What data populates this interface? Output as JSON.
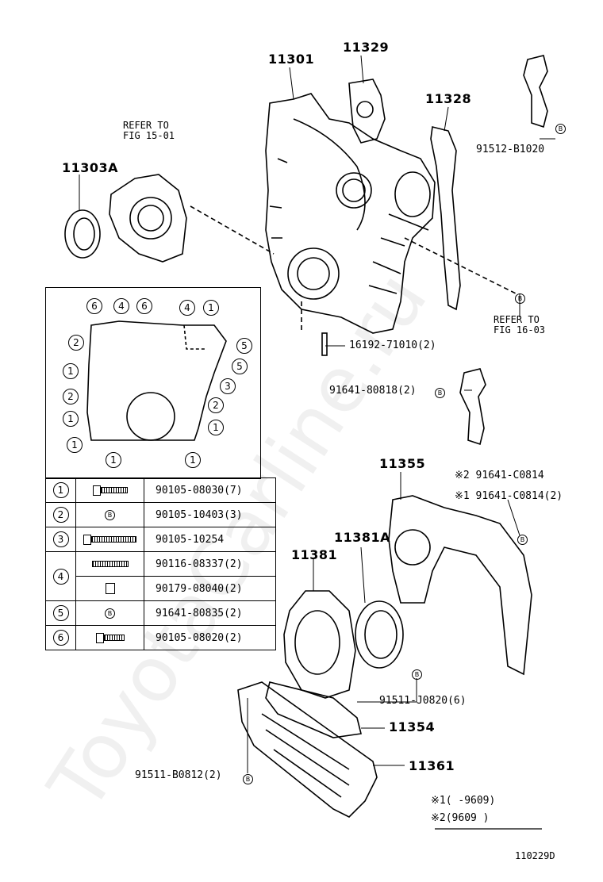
{
  "parts": {
    "p11301": "11301",
    "p11329": "11329",
    "p11328": "11328",
    "p11303A": "11303A",
    "refer_1501_a": "REFER TO",
    "refer_1501_b": "FIG 15-01",
    "p91512": "91512-B1020",
    "refer_1603_a": "REFER TO",
    "refer_1603_b": "FIG 16-03",
    "p16192": "16192-71010(2)",
    "p91641_80818": "91641-80818(2)",
    "p11355": "11355",
    "note2_part": "※2 91641-C0814",
    "note1_part": "※1 91641-C0814(2)",
    "p11381A": "11381A",
    "p11381": "11381",
    "p91511_J0820": "91511-J0820(6)",
    "p11354": "11354",
    "p11361": "11361",
    "p91511_B0812": "91511-B0812(2)",
    "legend_1": "※1(      -9609)",
    "legend_2": "※2(9609        )",
    "diagram_id": "110229D",
    "b_symbol": "B"
  },
  "inset_callouts": {
    "top": [
      "6",
      "4",
      "6",
      "4",
      "1"
    ],
    "left": [
      "2",
      "1",
      "2",
      "1",
      "1"
    ],
    "right": [
      "5",
      "5",
      "3",
      "2",
      "1"
    ],
    "bottom": [
      "1",
      "1"
    ]
  },
  "table": {
    "rows": [
      {
        "num": "1",
        "pn": "90105-08030(7)"
      },
      {
        "num": "2",
        "pn": "90105-10403(3)"
      },
      {
        "num": "3",
        "pn": "90105-10254"
      },
      {
        "num": "4",
        "pn": "90116-08337(2)"
      },
      {
        "num": "",
        "pn": "90179-08040(2)"
      },
      {
        "num": "5",
        "pn": "91641-80835(2)"
      },
      {
        "num": "6",
        "pn": "90105-08020(2)"
      }
    ]
  },
  "watermark": "ToyotaCarline.ru"
}
